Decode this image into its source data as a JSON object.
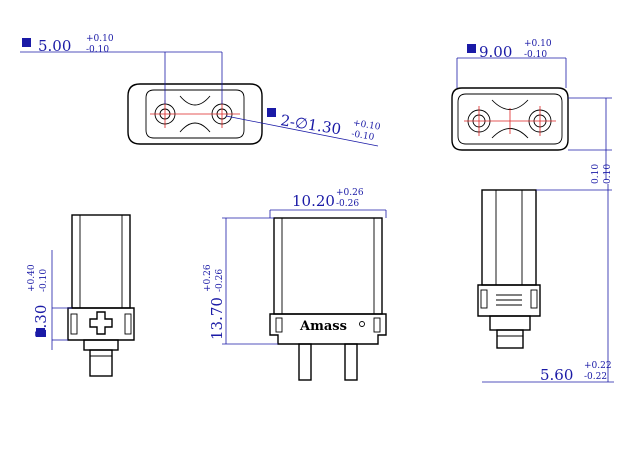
{
  "dimensions": {
    "width_top": {
      "nominal": "5.00",
      "upper": "+0.10",
      "lower": "-0.10"
    },
    "hole_dia": {
      "nominal": "2-∅1.30",
      "upper": "+0.10",
      "lower": "-0.10"
    },
    "width_right": {
      "nominal": "9.00",
      "upper": "+0.10",
      "lower": "-0.10"
    },
    "height_right_top": {
      "upper": "0.10",
      "lower": "0.10"
    },
    "body_width": {
      "nominal": "10.20",
      "upper": "+0.26",
      "lower": "-0.26"
    },
    "body_height": {
      "nominal": "13.70",
      "upper": "+0.26",
      "lower": "-0.26"
    },
    "pin_offset": {
      "nominal": "2.30",
      "upper": "+0.40",
      "lower": "-0.10"
    },
    "pin_length": {
      "nominal": "5.60",
      "upper": "+0.22",
      "lower": "-0.22"
    }
  },
  "brand": "Amass",
  "colors": {
    "dimension": "#1a1aa6",
    "centerline": "#dd2222",
    "outline": "#000000"
  }
}
